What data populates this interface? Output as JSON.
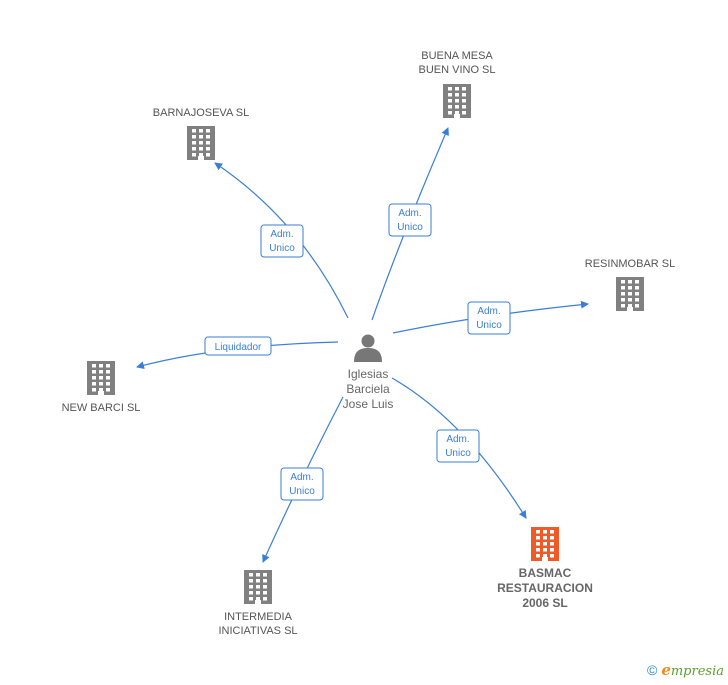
{
  "diagram": {
    "center": {
      "name_lines": [
        "Iglesias",
        "Barciela",
        "Jose Luis"
      ],
      "icon": "person-icon"
    },
    "companies": [
      {
        "id": "buena-mesa",
        "name_lines": [
          "BUENA MESA",
          "BUEN VINO SL"
        ],
        "icon": "building-icon",
        "color": "#808080",
        "highlight": false
      },
      {
        "id": "barnajoseva",
        "name_lines": [
          "BARNAJOSEVA SL"
        ],
        "icon": "building-icon",
        "color": "#808080",
        "highlight": false
      },
      {
        "id": "resinmobar",
        "name_lines": [
          "RESINMOBAR SL"
        ],
        "icon": "building-icon",
        "color": "#808080",
        "highlight": false
      },
      {
        "id": "new-barci",
        "name_lines": [
          "NEW BARCI SL"
        ],
        "icon": "building-icon",
        "color": "#808080",
        "highlight": false
      },
      {
        "id": "basmac",
        "name_lines": [
          "BASMAC",
          "RESTAURACION",
          "2006 SL"
        ],
        "icon": "building-icon",
        "color": "#f05a28",
        "highlight": true
      },
      {
        "id": "intermedia",
        "name_lines": [
          "INTERMEDIA",
          "INICIATIVAS SL"
        ],
        "icon": "building-icon",
        "color": "#808080",
        "highlight": false
      }
    ],
    "relations": [
      {
        "target": "buena-mesa",
        "label_lines": [
          "Adm.",
          "Unico"
        ]
      },
      {
        "target": "barnajoseva",
        "label_lines": [
          "Adm.",
          "Unico"
        ]
      },
      {
        "target": "resinmobar",
        "label_lines": [
          "Adm.",
          "Unico"
        ]
      },
      {
        "target": "new-barci",
        "label_lines": [
          "Liquidador"
        ]
      },
      {
        "target": "basmac",
        "label_lines": [
          "Adm.",
          "Unico"
        ]
      },
      {
        "target": "intermedia",
        "label_lines": [
          "Adm.",
          "Unico"
        ]
      }
    ],
    "edge_color": "#3a7fd5"
  },
  "footer": {
    "copyright": "©",
    "brand_initial": "e",
    "brand_rest": "mpresia"
  }
}
